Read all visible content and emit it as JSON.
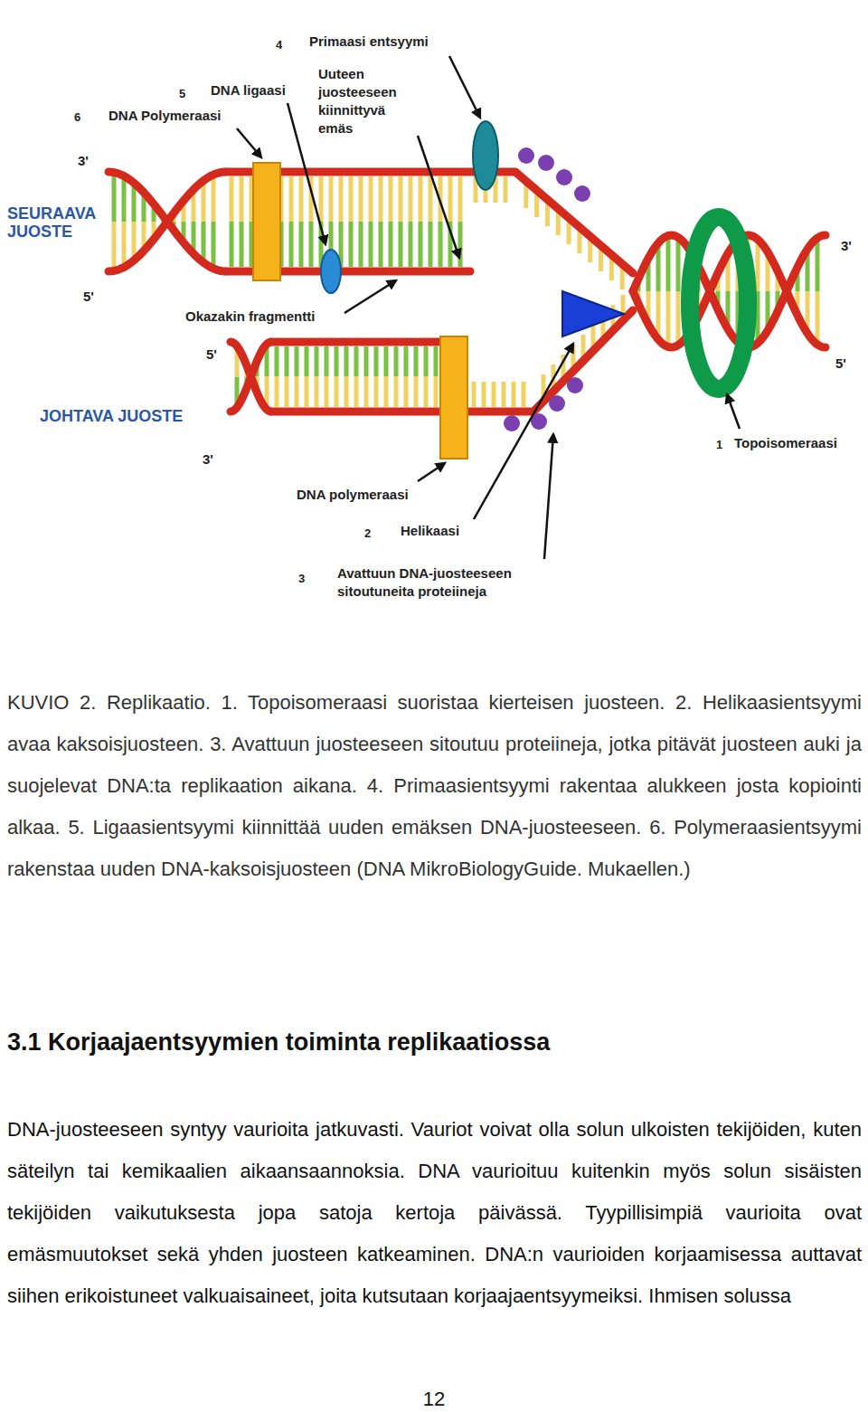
{
  "diagram": {
    "title": "3.1 Korjaajaentsyymien toiminta replikaatiossa",
    "caption": "KUVIO 2. Replikaatio. 1. Topoisomeraasi suoristaa kierteisen juosteen. 2. Helikaasientsyymi avaa kaksoisjuosteen. 3. Avattuun juosteeseen sitoutuu proteiineja, jotka pitävät juosteen auki ja suojelevat DNA:ta replikaation aikana. 4. Primaasientsyymi rakentaa alukkeen josta kopiointi alkaa. 5. Ligaasientsyymi kiinnittää uuden emäksen DNA-juosteeseen. 6. Polymeraasientsyymi rakenstaa uuden DNA-kaksoisjuosteen (DNA MikroBiologyGuide. Mukaellen.)",
    "labels": [
      "4",
      "Primaasi entsyymi",
      "5",
      "DNA ligaasi",
      "6",
      "DNA Polymeraasi",
      "Uuteen juosteeseen kiinnittyvä emäs",
      "3'",
      "SEURAAVA JUOSTE",
      "5'",
      "Okazakin fragmentti",
      "3'",
      "5'",
      "5'",
      "JOHTAVA JUOSTE",
      "3'",
      "1",
      "Topoisomeraasi",
      "DNA polymeraasi",
      "2",
      "Helikaasi",
      "3",
      "Avattuun DNA-juosteeseen sitoutuneita proteiineja",
      "DNA-juosteeseen syntyy vaurioita jatkuvasti. Vauriot voivat olla solun ulkoisten tekijöiden, kuten säteilyn tai kemikaalien aikaansaannoksia. DNA vaurioituu kuitenkin myös solun sisäisten tekijöiden vaikutuksesta jopa satoja kertoja päivässä. Tyypillisimpiä vaurioita ovat emäsmuutokset sekä yhden juosteen katkeaminen. DNA:n vaurioiden korjaamisessa auttavat siihen erikoistuneet valkuaisaineet, joita kutsutaan korjaajaentsyymeiksi. Ihmisen solussa",
      "12"
    ]
  }
}
